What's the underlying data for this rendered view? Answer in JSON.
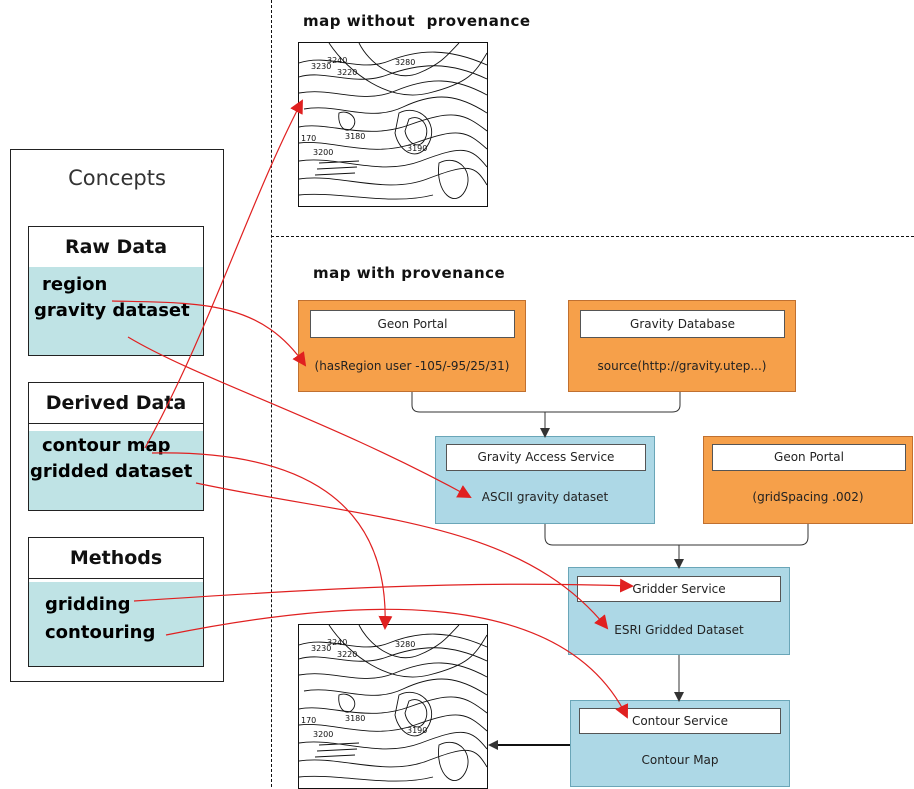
{
  "sections": {
    "without_title": "map without  provenance",
    "with_title": "map with provenance"
  },
  "concepts": {
    "title": "Concepts",
    "raw_data": {
      "header": "Raw Data",
      "items": [
        "region",
        "gravity dataset"
      ]
    },
    "derived_data": {
      "header": "Derived Data",
      "items": [
        "contour map",
        "gridded dataset"
      ]
    },
    "methods": {
      "header": "Methods",
      "items": [
        "gridding",
        "contouring"
      ]
    }
  },
  "map_labels": [
    "3240",
    "3230",
    "3220",
    "3280",
    "170",
    "3180",
    "3200",
    "3190"
  ],
  "nodes": {
    "geon_portal_1": {
      "label": "Geon Portal",
      "value": "(hasRegion user -105/-95/25/31)",
      "color": "#f6a04a"
    },
    "gravity_database": {
      "label": "Gravity Database",
      "value": "source(http://gravity.utep...)",
      "color": "#f6a04a"
    },
    "gravity_access_service": {
      "label": "Gravity Access Service",
      "value": "ASCII gravity dataset",
      "color": "#add8e6"
    },
    "geon_portal_2": {
      "label": "Geon Portal",
      "value": "(gridSpacing .002)",
      "color": "#f6a04a"
    },
    "gridder_service": {
      "label": "Gridder Service",
      "value": "ESRI Gridded Dataset",
      "color": "#add8e6"
    },
    "contour_service": {
      "label": "Contour Service",
      "value": "Contour Map",
      "color": "#add8e6"
    }
  },
  "colors": {
    "link": "#e02020",
    "arrowhead": "#e02020",
    "flow": "#333333"
  }
}
